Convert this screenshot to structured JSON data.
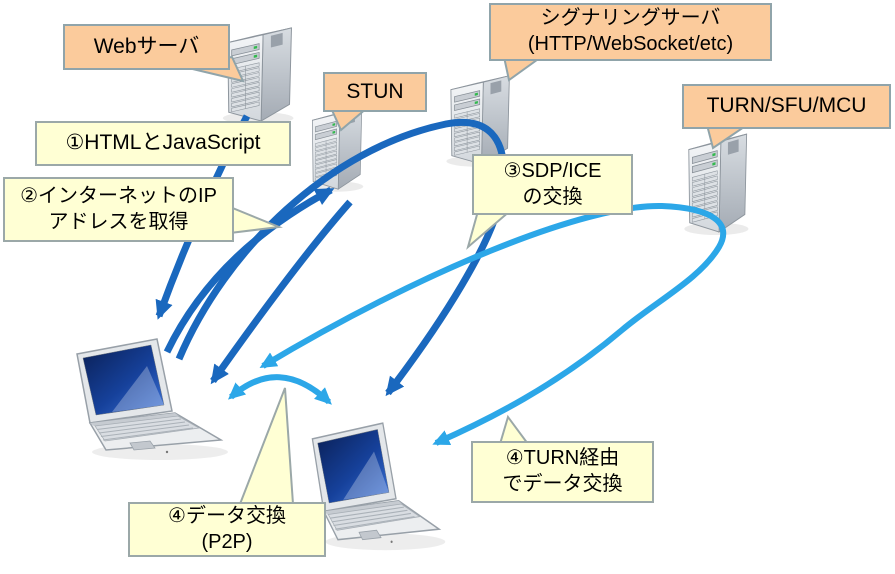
{
  "servers": {
    "web": {
      "label": "Webサーバ"
    },
    "stun": {
      "label": "STUN"
    },
    "signaling": {
      "line1": "シグナリングサーバ",
      "line2": "(HTTP/WebSocket/etc)"
    },
    "turn": {
      "label": "TURN/SFU/MCU"
    }
  },
  "steps": {
    "step1": {
      "label": "①HTMLとJavaScript"
    },
    "step2": {
      "line1": "②インターネットのIP",
      "line2": "アドレスを取得"
    },
    "step3": {
      "line1": "③SDP/ICE",
      "line2": "の交換"
    },
    "step4_p2p": {
      "line1": "④データ交換",
      "line2": "(P2P)"
    },
    "step4_turn": {
      "line1": "④TURN経由",
      "line2": "でデータ交換"
    }
  },
  "colors": {
    "arrow_dark_blue": "#1A68BE",
    "arrow_light_blue": "#2CA7E8",
    "callout_orange_fill": "#FBCB9C",
    "callout_yellow_fill": "#FFFFD4",
    "callout_border": "#90A4AA"
  }
}
